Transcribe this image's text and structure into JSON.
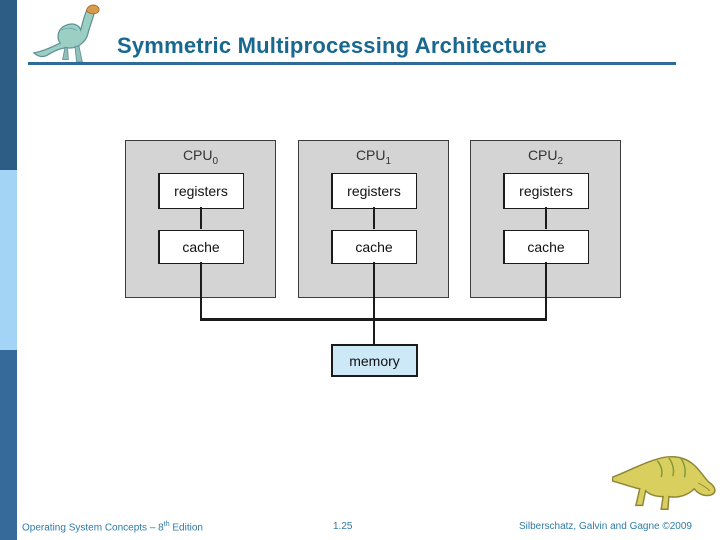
{
  "slide": {
    "title": "Symmetric Multiprocessing Architecture"
  },
  "diagram": {
    "cpus": [
      {
        "name": "CPU",
        "sub": "0",
        "registers_label": "registers",
        "cache_label": "cache"
      },
      {
        "name": "CPU",
        "sub": "1",
        "registers_label": "registers",
        "cache_label": "cache"
      },
      {
        "name": "CPU",
        "sub": "2",
        "registers_label": "registers",
        "cache_label": "cache"
      }
    ],
    "memory_label": "memory"
  },
  "footer": {
    "left_prefix": "Operating System Concepts – 8",
    "left_sup": "th",
    "left_suffix": " Edition",
    "page_number": "1.25",
    "credits": "Silberschatz, Galvin and Gagne ©2009"
  },
  "icons": {
    "header_dinosaur": "dinosaur-logo",
    "footer_dinosaur": "dinosaur-mascot"
  },
  "colors": {
    "title_text": "#186890",
    "title_rule": "#2e6b99",
    "sidebar_top": "#2d5c85",
    "sidebar_middle": "#a3d3f5",
    "sidebar_bottom": "#356a9a",
    "cpu_box_fill": "#d4d4d4",
    "memory_fill": "#cde8f6",
    "footer_text": "#2e7ba8"
  }
}
